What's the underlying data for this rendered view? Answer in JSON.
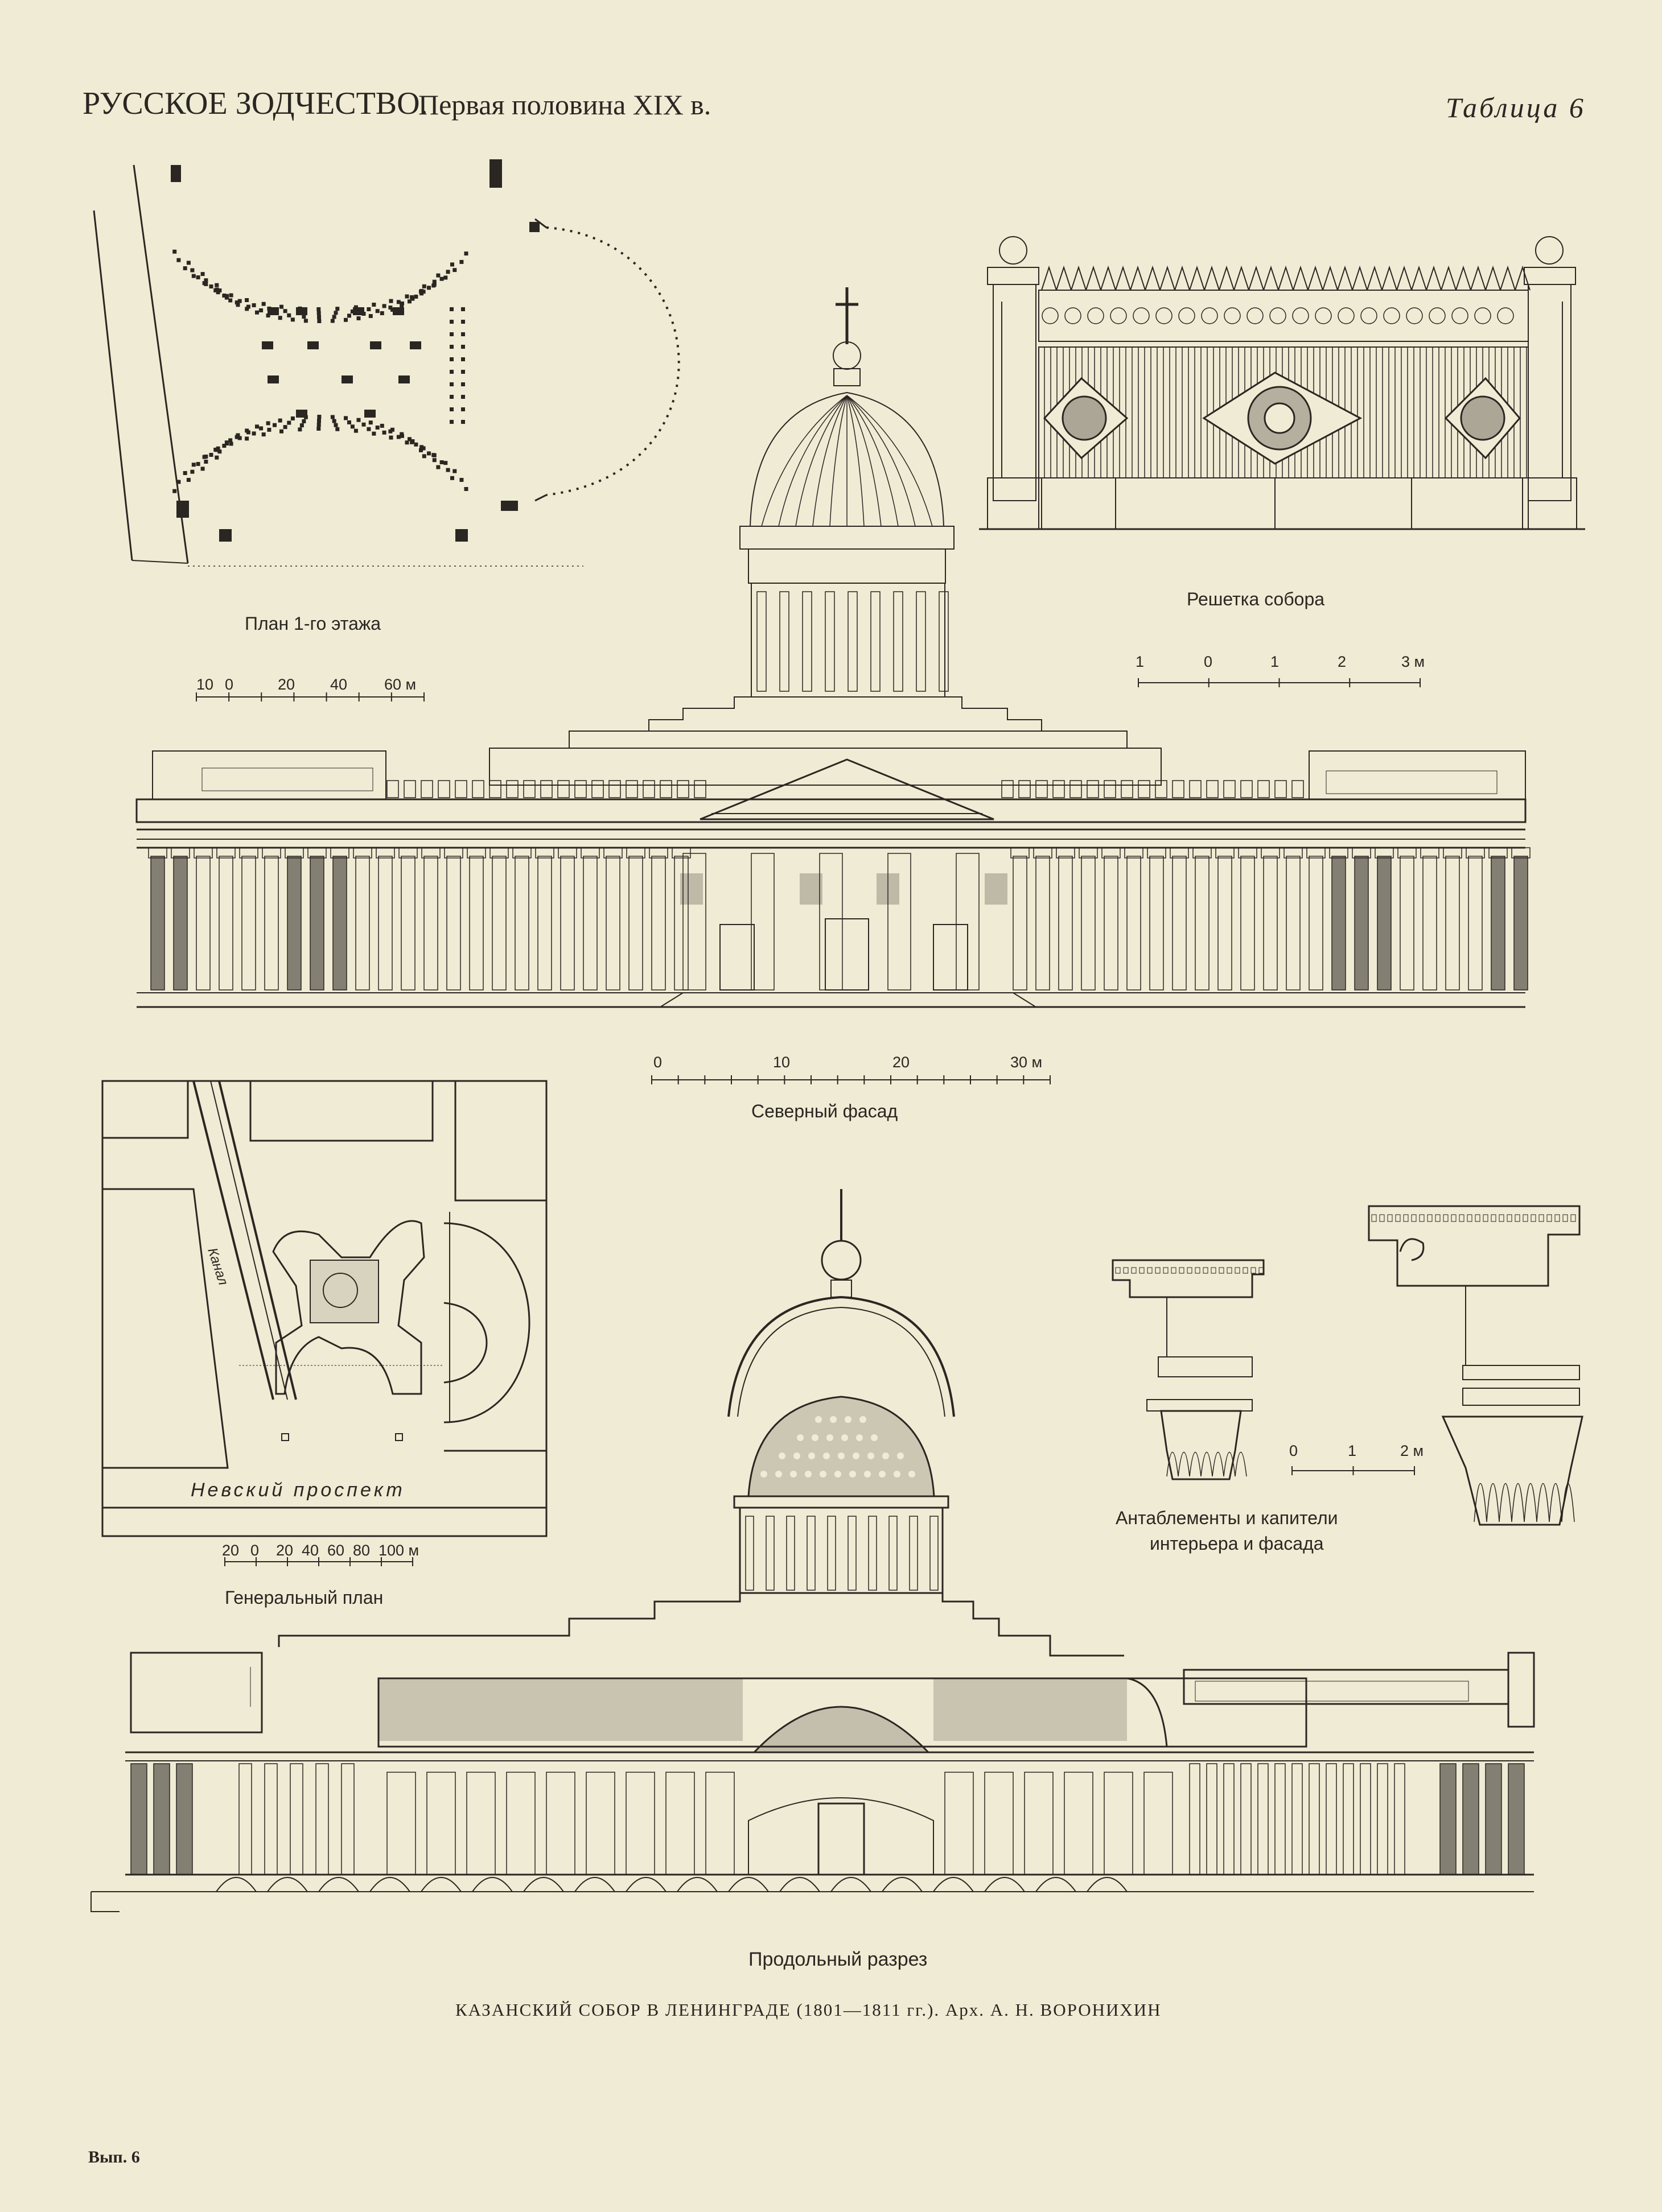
{
  "header": {
    "title": "РУССКОЕ ЗОДЧЕСТВО.",
    "subtitle": "Первая половина XIX в.",
    "table_label": "Таблица 6"
  },
  "plan1": {
    "caption": "План 1-го этажа",
    "scale_ticks": [
      "10",
      "0",
      "20",
      "40",
      "60 м"
    ]
  },
  "fence": {
    "caption": "Решетка собора",
    "scale_ticks": [
      "1",
      "0",
      "1",
      "2",
      "3 м"
    ]
  },
  "north_facade": {
    "caption": "Северный фасад",
    "scale_ticks": [
      "0",
      "10",
      "20",
      "30 м"
    ]
  },
  "general_plan": {
    "caption": "Генеральный план",
    "street_label": "Невский проспект",
    "canal_label": "Канал",
    "scale_ticks": [
      "20",
      "0",
      "20",
      "40",
      "60",
      "80",
      "100 м"
    ]
  },
  "entablatures": {
    "caption_line1": "Антаблементы и капители",
    "caption_line2": "интерьера и фасада",
    "scale_ticks": [
      "0",
      "1",
      "2 м"
    ]
  },
  "section": {
    "caption": "Продольный разрез"
  },
  "footer": {
    "main_caption": "КАЗАНСКИЙ СОБОР В ЛЕНИНГРАДЕ (1801—1811 гг.). Арх. А. Н. ВОРОНИХИН",
    "issue": "Вып. 6"
  },
  "colors": {
    "paper": "#f0ebd4",
    "ink": "#2a2622"
  }
}
